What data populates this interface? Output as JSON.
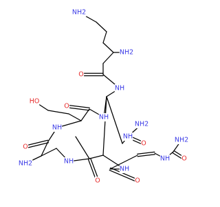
{
  "labels": {
    "nh2_top": "NH2",
    "nh2_beta": "NH2",
    "nh_amide_top": "NH",
    "o_amide_top": "O",
    "ho": "HO",
    "o_ser": "O",
    "nh_ring_right": "NH",
    "nh_guan": "NH",
    "nh2_guan": "NH2",
    "o_guan": "O",
    "nh_bot_left": "NH",
    "o_left": "O",
    "nh2_left": "NH2",
    "nh_ring_bot": "NH",
    "o_bot_mid": "O",
    "nh_bot_right": "NH",
    "o_bot_right": "O",
    "nh_urea": "NH",
    "o_urea": "O",
    "nh2_urea": "NH2"
  },
  "colors": {
    "carbon": "#000000",
    "nitrogen": "#3a3ae6",
    "oxygen": "#e62a2a"
  }
}
